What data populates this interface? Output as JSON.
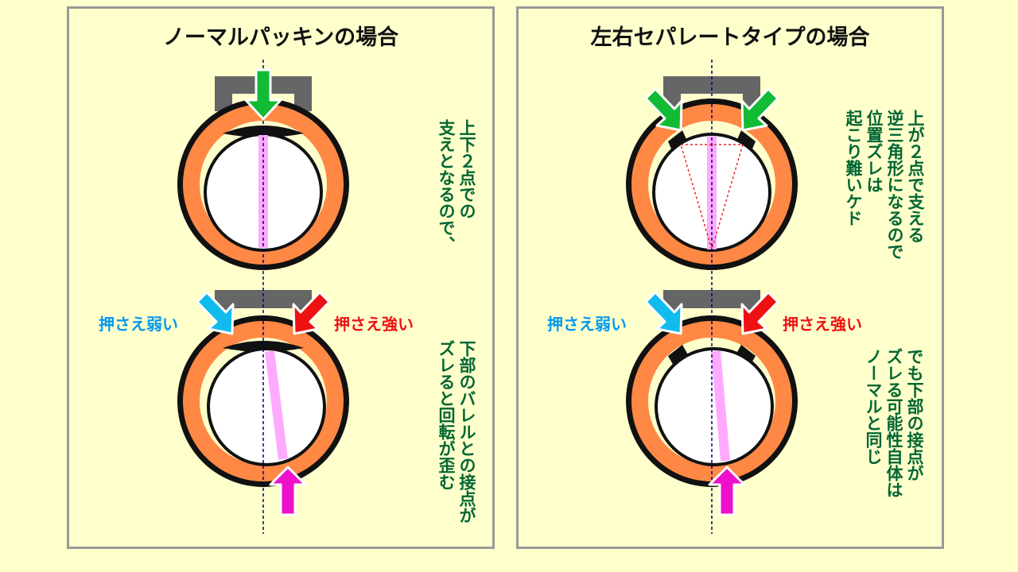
{
  "left": {
    "title": "ノーマルパッキンの場合",
    "note_top": "上下２点での\n支えとなるので、",
    "note_bottom": "下部のバレルとの接点が\nズレると回転が歪む",
    "label_weak": "押さえ弱い",
    "label_strong": "押さえ強い"
  },
  "right": {
    "title": "左右セパレートタイプの場合",
    "note_top": "上が２点で支える\n逆三角形になるので\n位置ズレは\n起こり難いケド",
    "note_bottom": "でも下部の接点が\nズレる可能性自体は\nノーマルと同じ",
    "label_weak": "押さえ弱い",
    "label_strong": "押さえ強い"
  },
  "colors": {
    "ring": "#ff8844",
    "packing": "#111111",
    "frame": "#666666",
    "axis": "#000088",
    "barrel_line": "#ffaaff",
    "arrow_green": "#11bb33",
    "arrow_cyan": "#11bbee",
    "arrow_red": "#ee1111",
    "arrow_magenta": "#ee11cc",
    "note_text": "#006633",
    "triangle": "#ee2222"
  }
}
